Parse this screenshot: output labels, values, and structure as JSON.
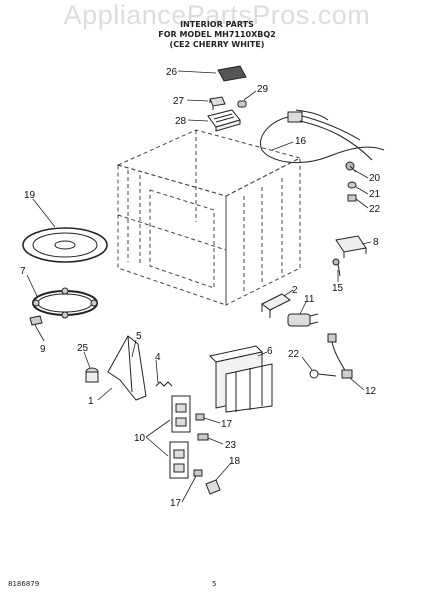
{
  "header": {
    "watermark": "AppliancePartsPros.com",
    "title": "INTERIOR PARTS",
    "model_line": "FOR MODEL MH7110XBQ2",
    "color_line": "(CE2 CHERRY WHITE)"
  },
  "callouts": [
    "26",
    "27",
    "29",
    "28",
    "16",
    "20",
    "21",
    "22",
    "19",
    "8",
    "7",
    "15",
    "2",
    "11",
    "9",
    "5",
    "25",
    "4",
    "6",
    "22",
    "1",
    "12",
    "17",
    "10",
    "23",
    "18",
    "17"
  ],
  "footer": {
    "doc_number": "8186879",
    "page_number": "5"
  }
}
